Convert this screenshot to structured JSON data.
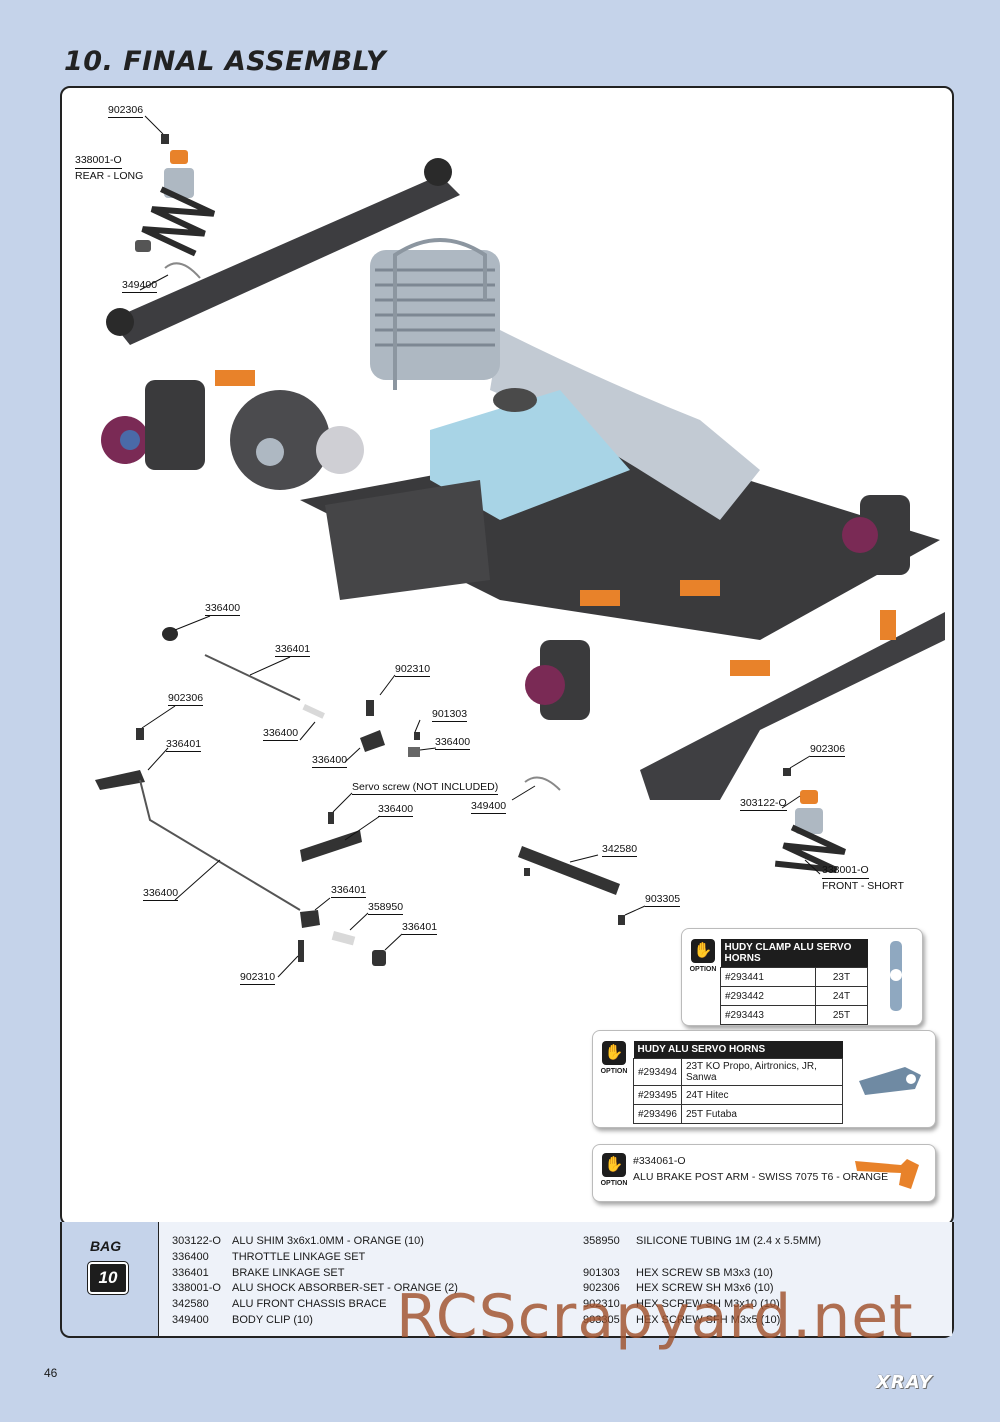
{
  "page": {
    "title": "10. FINAL ASSEMBLY",
    "page_number": "46",
    "brand": "XRAY",
    "watermark": "RCScrapyard.net"
  },
  "callouts": [
    {
      "id": "c1",
      "text": "902306"
    },
    {
      "id": "c2",
      "text": "338001-O"
    },
    {
      "id": "c2b",
      "text": "REAR - LONG"
    },
    {
      "id": "c3",
      "text": "349400"
    },
    {
      "id": "c4",
      "text": "336400"
    },
    {
      "id": "c5",
      "text": "336401"
    },
    {
      "id": "c6",
      "text": "902310"
    },
    {
      "id": "c7",
      "text": "902306"
    },
    {
      "id": "c8",
      "text": "901303"
    },
    {
      "id": "c9",
      "text": "336400"
    },
    {
      "id": "c10",
      "text": "336401"
    },
    {
      "id": "c11",
      "text": "336400"
    },
    {
      "id": "c12",
      "text": "336400"
    },
    {
      "id": "c13",
      "text": "Servo screw (NOT INCLUDED)"
    },
    {
      "id": "c14",
      "text": "349400"
    },
    {
      "id": "c15",
      "text": "336400"
    },
    {
      "id": "c16",
      "text": "342580"
    },
    {
      "id": "c17",
      "text": "336400"
    },
    {
      "id": "c18",
      "text": "336401"
    },
    {
      "id": "c19",
      "text": "358950"
    },
    {
      "id": "c20",
      "text": "336401"
    },
    {
      "id": "c21",
      "text": "902310"
    },
    {
      "id": "c22",
      "text": "903305"
    },
    {
      "id": "c23",
      "text": "902306"
    },
    {
      "id": "c24",
      "text": "303122-O"
    },
    {
      "id": "c25",
      "text": "338001-O"
    },
    {
      "id": "c25b",
      "text": "FRONT - SHORT"
    }
  ],
  "options": {
    "clamp_horns": {
      "badge": "OPTION",
      "header": "HUDY CLAMP ALU SERVO HORNS",
      "rows": [
        {
          "code": "#293441",
          "value": "23T"
        },
        {
          "code": "#293442",
          "value": "24T"
        },
        {
          "code": "#293443",
          "value": "25T"
        }
      ]
    },
    "servo_horns": {
      "badge": "OPTION",
      "header": "HUDY ALU SERVO HORNS",
      "rows": [
        {
          "code": "#293494",
          "value": "23T KO Propo, Airtronics, JR, Sanwa"
        },
        {
          "code": "#293495",
          "value": "24T Hitec"
        },
        {
          "code": "#293496",
          "value": "25T Futaba"
        }
      ]
    },
    "brake_arm": {
      "badge": "OPTION",
      "code": "#334061-O",
      "desc": "ALU BRAKE POST ARM - SWISS 7075 T6 - ORANGE"
    }
  },
  "bag": {
    "label": "BAG",
    "number": "10",
    "left_items": [
      {
        "code": "303122-O",
        "desc": "ALU SHIM 3x6x1.0MM - ORANGE (10)"
      },
      {
        "code": "336400",
        "desc": "THROTTLE LINKAGE SET"
      },
      {
        "code": "336401",
        "desc": "BRAKE LINKAGE SET"
      },
      {
        "code": "338001-O",
        "desc": "ALU SHOCK ABSORBER-SET - ORANGE (2)"
      },
      {
        "code": "342580",
        "desc": "ALU FRONT CHASSIS BRACE"
      },
      {
        "code": "349400",
        "desc": "BODY CLIP (10)"
      }
    ],
    "right_items": [
      {
        "code": "358950",
        "desc": "SILICONE TUBING 1M (2.4 x 5.5MM)"
      },
      {
        "code": "",
        "desc": ""
      },
      {
        "code": "901303",
        "desc": "HEX SCREW SB M3x3  (10)"
      },
      {
        "code": "902306",
        "desc": "HEX SCREW SH M3x6  (10)"
      },
      {
        "code": "902310",
        "desc": "HEX SCREW SH M3x10  (10)"
      },
      {
        "code": "903305",
        "desc": "HEX SCREW SFH M3x5  (10)"
      }
    ]
  },
  "colors": {
    "page_bg": "#c5d3ea",
    "accent_orange": "#e8822a",
    "chassis_dark": "#3a3a3c",
    "engine_silver": "#aeb8c2",
    "tank_blue": "#a8d4e6"
  },
  "icons": [
    "thumbs-up-icon"
  ]
}
